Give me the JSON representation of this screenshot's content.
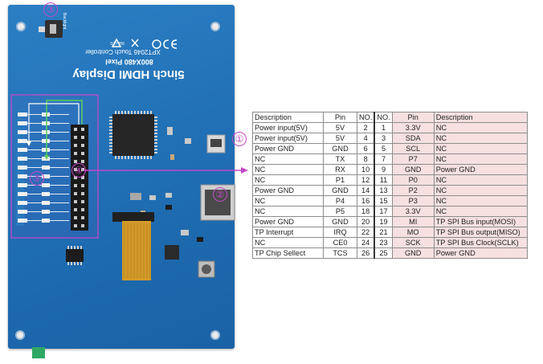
{
  "board": {
    "title": "5inch HDMI Display",
    "resolution": "800X480 Pixel",
    "controller": "XPT2046 Touch Controller",
    "revision": "Rev2.0",
    "backlight_label": "Backlight",
    "color": "#2277bd"
  },
  "callouts": [
    "①",
    "②",
    "③",
    "④",
    "⑤"
  ],
  "accent_color": "#c248c7",
  "table": {
    "headers": [
      "Description",
      "Pin",
      "NO.",
      "NO.",
      "Pin",
      "Description"
    ],
    "rows": [
      [
        "Power input(5V)",
        "5V",
        "2",
        "1",
        "3.3V",
        "NC"
      ],
      [
        "Power input(5V)",
        "5V",
        "4",
        "3",
        "SDA",
        "NC"
      ],
      [
        "Power GND",
        "GND",
        "6",
        "5",
        "SCL",
        "NC"
      ],
      [
        "NC",
        "TX",
        "8",
        "7",
        "P7",
        "NC"
      ],
      [
        "NC",
        "RX",
        "10",
        "9",
        "GND",
        "Power GND"
      ],
      [
        "NC",
        "P1",
        "12",
        "11",
        "P0",
        "NC"
      ],
      [
        "Power GND",
        "GND",
        "14",
        "13",
        "P2",
        "NC"
      ],
      [
        "NC",
        "P4",
        "16",
        "15",
        "P3",
        "NC"
      ],
      [
        "NC",
        "P5",
        "18",
        "17",
        "3.3V",
        "NC"
      ],
      [
        "Power GND",
        "GND",
        "20",
        "19",
        "MI",
        "TP SPI Bus input(MOSI)"
      ],
      [
        "TP Interrupt",
        "IRQ",
        "22",
        "21",
        "MO",
        "TP SPI Bus output(MISO)"
      ],
      [
        "NC",
        "CE0",
        "24",
        "23",
        "SCK",
        "TP SPI Bus Clock(SCLK)"
      ],
      [
        "TP Chip Sellect",
        "TCS",
        "26",
        "25",
        "GND",
        "Power GND"
      ]
    ]
  }
}
